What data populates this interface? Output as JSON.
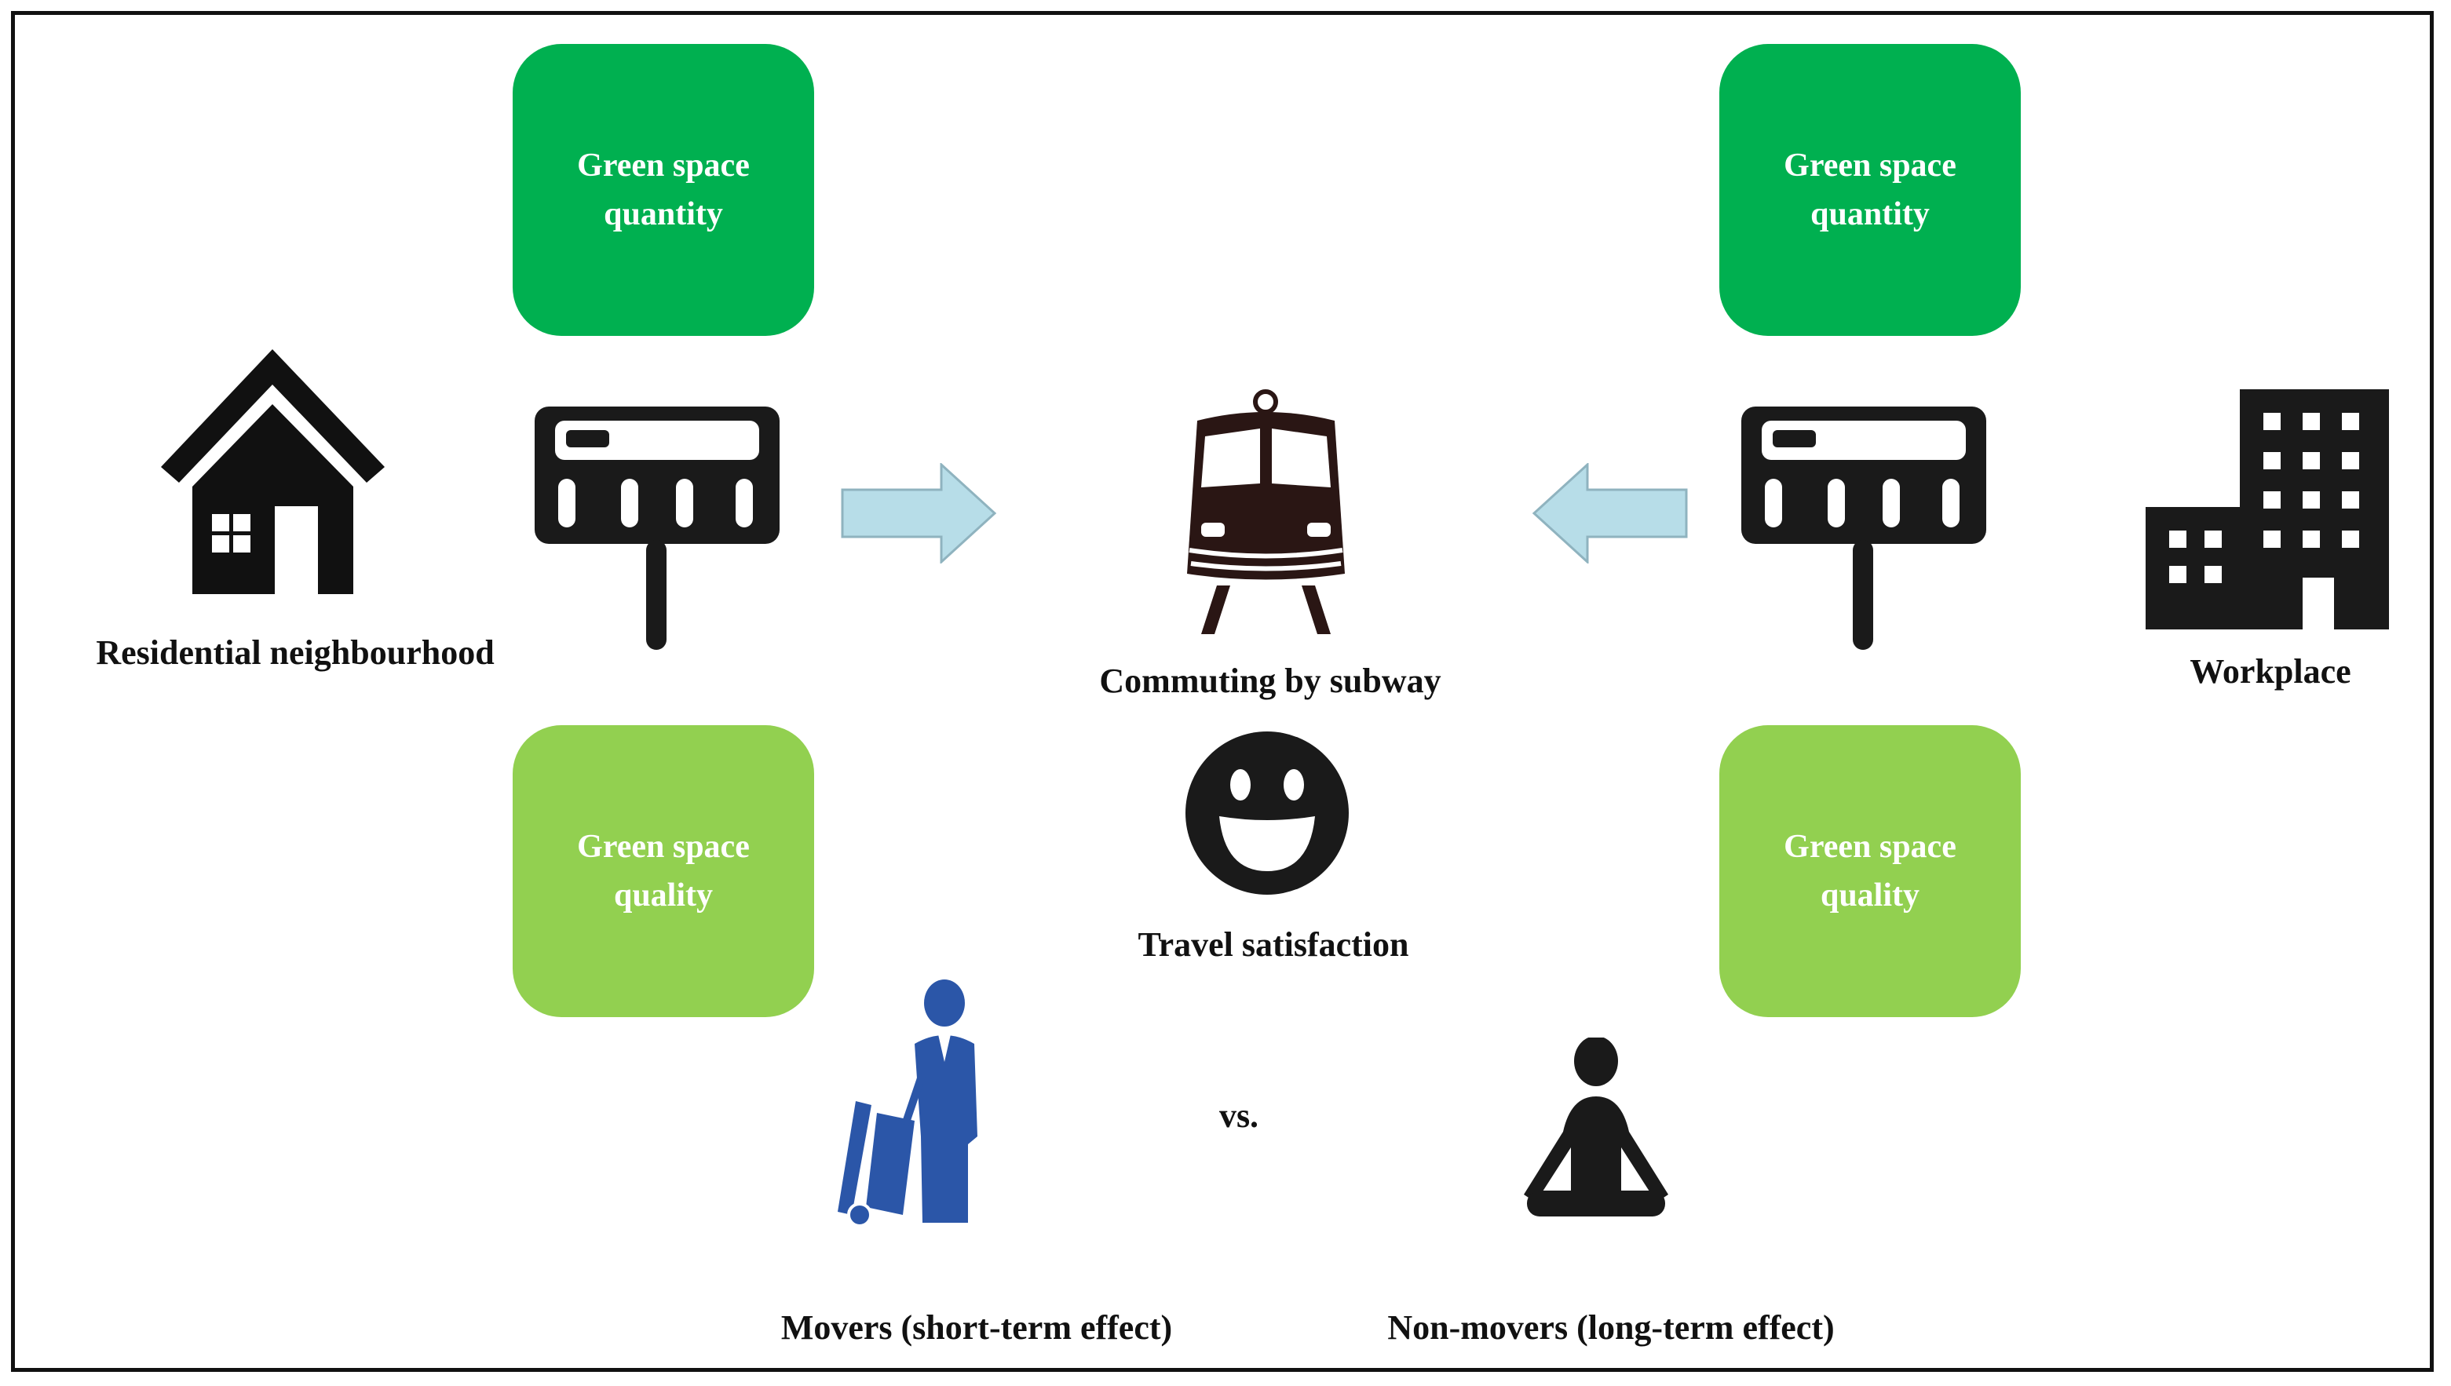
{
  "colors": {
    "quantity_box": "#00b050",
    "quality_box": "#92d050",
    "arrow_fill": "#b7dde8",
    "arrow_stroke": "#8fb3bf",
    "icon_dark": "#1a1a1a",
    "train": "#2a1614",
    "mover": "#2b56a8"
  },
  "left": {
    "quantity_label": "Green space quantity",
    "quality_label": "Green space quality",
    "place_label": "Residential neighbourhood",
    "place_icon": "house-icon"
  },
  "right": {
    "quantity_label": "Green space quantity",
    "quality_label": "Green space quality",
    "place_label": "Workplace",
    "place_icon": "office-building-icon"
  },
  "center": {
    "mode_label": "Commuting by subway",
    "mode_icon": "train-icon",
    "outcome_label": "Travel satisfaction",
    "outcome_icon": "smiley-icon"
  },
  "groups": {
    "movers_label": "Movers (short-term effect)",
    "versus_label": "vs.",
    "non_movers_label": "Non-movers (long-term effect)"
  }
}
